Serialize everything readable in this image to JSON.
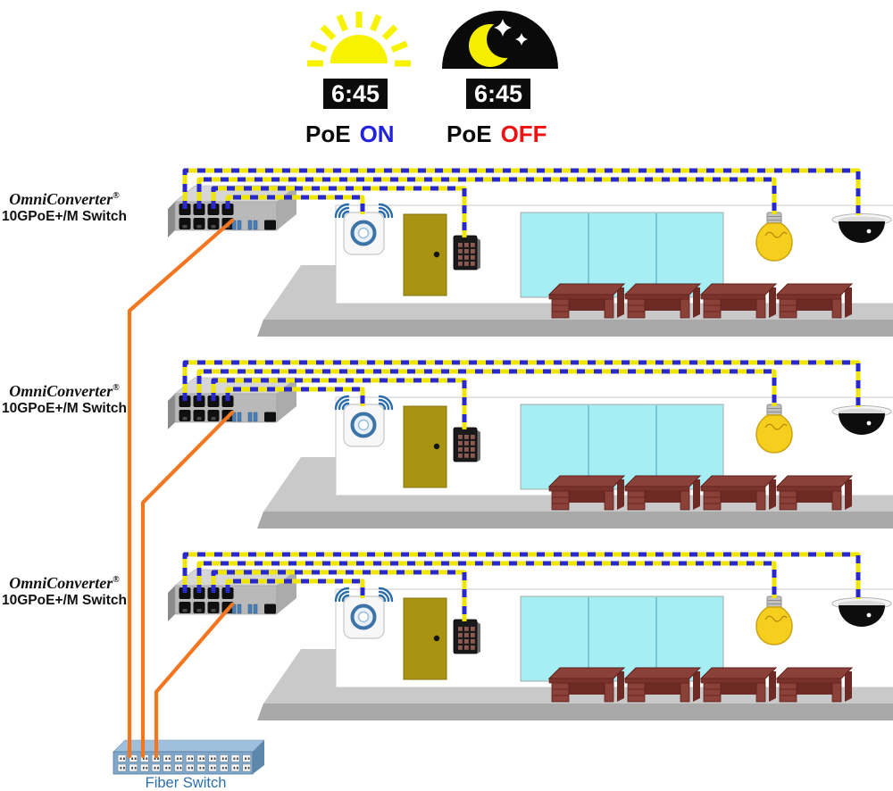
{
  "header": {
    "day_time": "6:45",
    "night_time": "6:45",
    "poe_on": {
      "prefix": "PoE",
      "state": "ON",
      "state_color": "#2222dd"
    },
    "poe_off": {
      "prefix": "PoE",
      "state": "OFF",
      "state_color": "#ee1111"
    },
    "icons": {
      "day": "sun-icon",
      "night": "moon-stars-icon"
    }
  },
  "floors": [
    {
      "brand": "OmniConverter",
      "reg": "®",
      "model": "10GPoE+/M Switch"
    },
    {
      "brand": "OmniConverter",
      "reg": "®",
      "model": "10GPoE+/M Switch"
    },
    {
      "brand": "OmniConverter",
      "reg": "®",
      "model": "10GPoE+/M Switch"
    }
  ],
  "fiber_switch": {
    "label": "Fiber Switch"
  },
  "devices_per_floor": [
    "poe-switch",
    "wireless-access-point",
    "door",
    "access-keypad",
    "window",
    "desk",
    "desk",
    "desk",
    "desk",
    "light-bulb",
    "dome-camera"
  ],
  "colors": {
    "poe_cable_yellow": "#efe600",
    "poe_cable_blue": "#2828cc",
    "fiber_cable_orange": "#f4771f",
    "sun_yellow": "#f7f200",
    "moon_black": "#0a0a0a",
    "window_cyan": "#a5eef3",
    "door_olive": "#a89312",
    "desk_maroon": "#8b4038"
  }
}
